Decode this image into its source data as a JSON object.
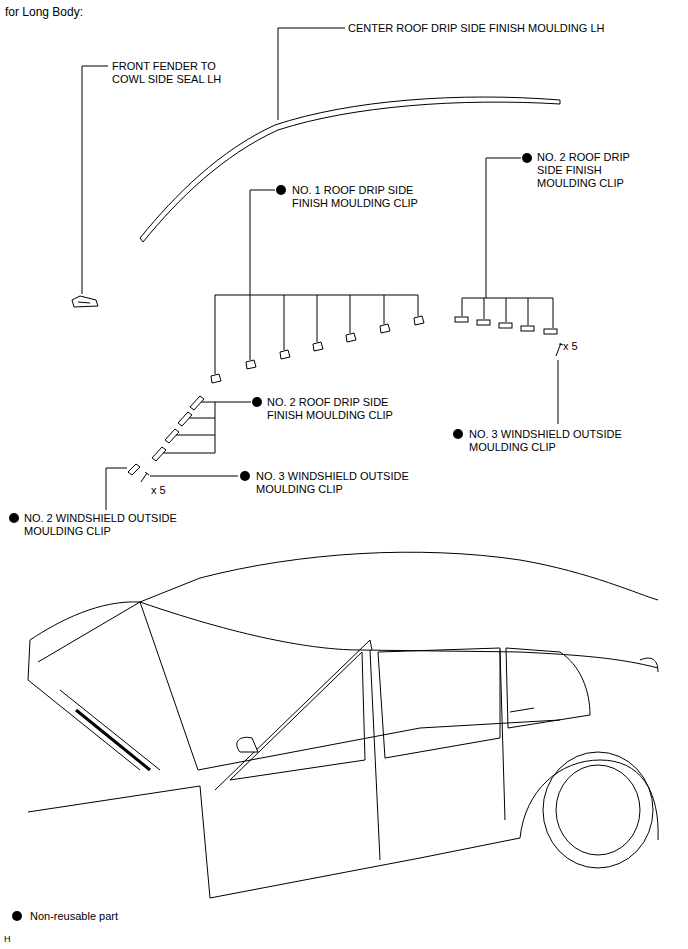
{
  "diagram": {
    "title": "for Long Body:",
    "labels": [
      "CENTER ROOF DRIP SIDE FINISH MOULDING LH",
      "FRONT FENDER TO COWL SIDE SEAL LH",
      "NO. 1 ROOF DRIP SIDE FINISH MOULDING CLIP",
      "NO. 2 ROOF DRIP SIDE FINISH MOULDING CLIP",
      "x 5",
      "NO. 3 WINDSHIELD OUTSIDE MOULDING CLIP",
      "NO. 2 ROOF DRIP SIDE FINISH MOULDING CLIP",
      "NO. 3 WINDSHIELD OUTSIDE MOULDING CLIP",
      "x 5",
      "NO. 2 WINDSHIELD OUTSIDE MOULDING CLIP",
      "H"
    ],
    "legend": [
      {
        "text": "Non-reusable part"
      }
    ]
  }
}
